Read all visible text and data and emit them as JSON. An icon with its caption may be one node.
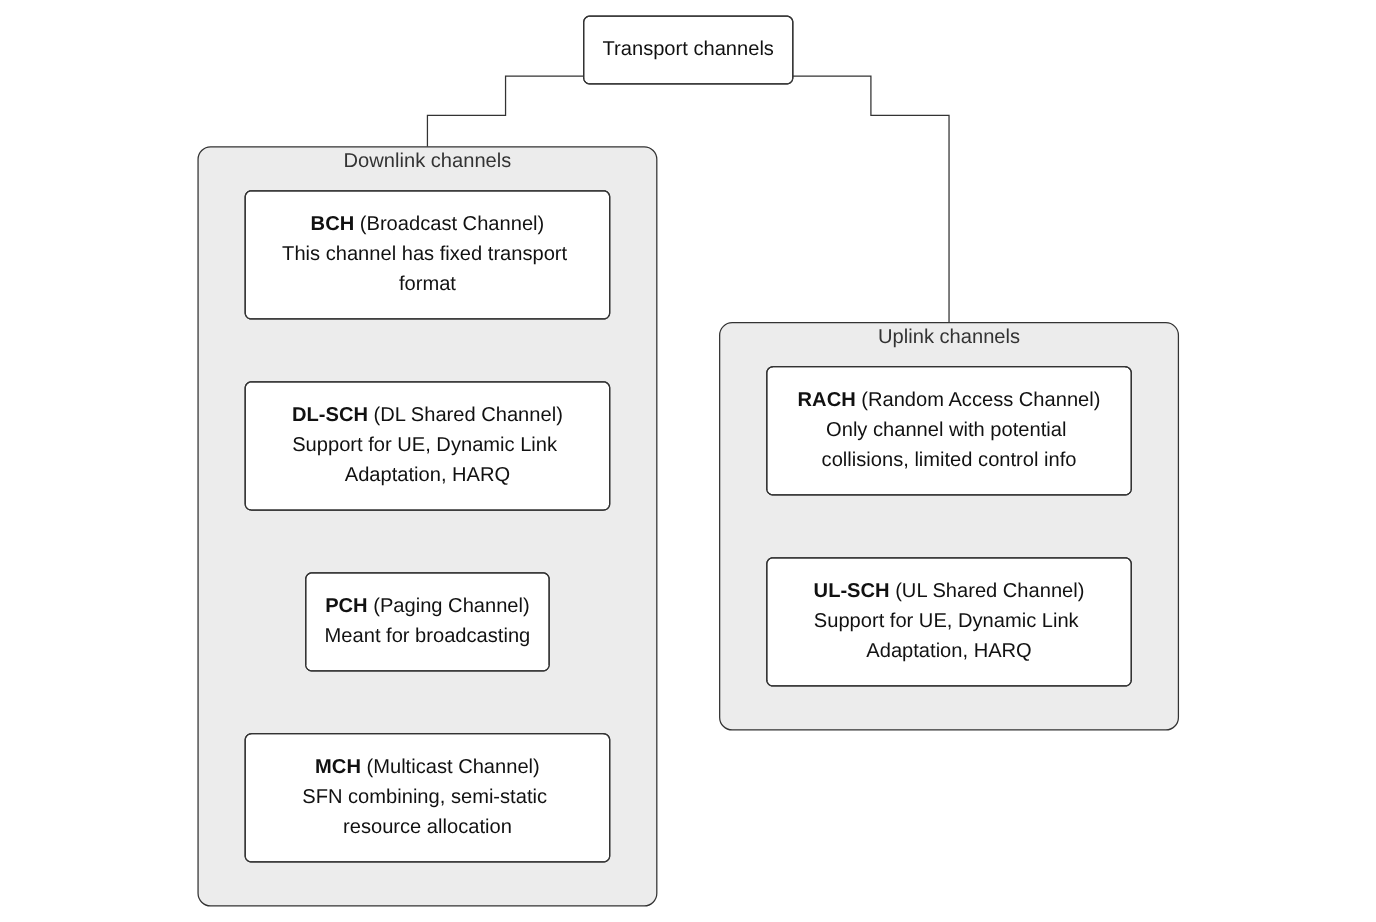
{
  "diagram": {
    "nodes": [
      {
        "text": [
          "Transport channels"
        ]
      },
      {
        "text": [
          "Downlink channels"
        ]
      },
      {
        "text": [
          "**BCH** (Broadcast Channel)",
          "This channel has fixed transport format"
        ],
        "in": 1
      },
      {
        "text": [
          "**DL-SCH** (DL Shared Channel)",
          "Support for UE, Dynamic Link Adaptation, HARQ"
        ],
        "in": 1
      },
      {
        "text": [
          "**PCH** (Paging Channel)",
          "Meant for broadcasting"
        ],
        "in": 1
      },
      {
        "text": [
          "**MCH** (Multicast Channel)",
          "SFN combining, semi-static resource allocation"
        ],
        "in": 1
      },
      {
        "text": [
          "Uplink channels"
        ]
      },
      {
        "text": [
          "**RACH** (Random Access Channel)",
          "Only channel with potential collisions, limited control info"
        ],
        "in": 6
      },
      {
        "text": [
          "**UL-SCH** (UL Shared Channel)",
          "Support for UE, Dynamic Link Adaptation, HARQ"
        ],
        "in": 6
      }
    ],
    "edges": [
      {
        "from": 0,
        "to": 1,
        "arrow": "none"
      },
      {
        "from": 0,
        "to": 6,
        "arrow": "none"
      }
    ]
  }
}
